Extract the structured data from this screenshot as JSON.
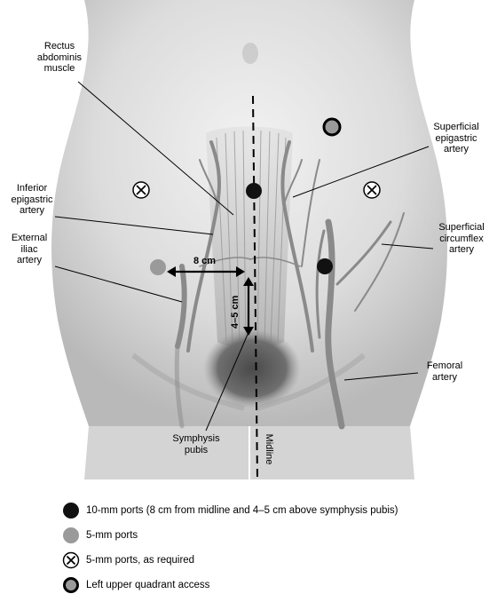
{
  "labels": {
    "rectus": [
      "Rectus",
      "abdominis",
      "muscle"
    ],
    "inferior_epigastric": [
      "Inferior",
      "epigastric",
      "artery"
    ],
    "external_iliac": [
      "External",
      "iliac",
      "artery"
    ],
    "superficial_epigastric": [
      "Superficial",
      "epigastric",
      "artery"
    ],
    "superficial_circumflex": [
      "Superficial",
      "circumflex",
      "artery"
    ],
    "femoral": [
      "Femoral",
      "artery"
    ],
    "symphysis": [
      "Symphysis",
      "pubis"
    ],
    "midline": "Midline"
  },
  "measurements": {
    "horizontal": "8 cm",
    "vertical": "4–5 cm"
  },
  "legend": [
    {
      "marker": "black-dot",
      "text": "10-mm ports (8 cm from midline and 4–5 cm above symphysis pubis)"
    },
    {
      "marker": "gray-dot",
      "text": "5-mm ports"
    },
    {
      "marker": "x-circle",
      "text": "5-mm ports, as required"
    },
    {
      "marker": "ring",
      "text": "Left upper quadrant access"
    }
  ],
  "colors": {
    "ten_mm_port": "#111111",
    "five_mm_port": "#9a9a9a",
    "artery": "#8a8a8a",
    "skin": "#d9d9d9"
  }
}
